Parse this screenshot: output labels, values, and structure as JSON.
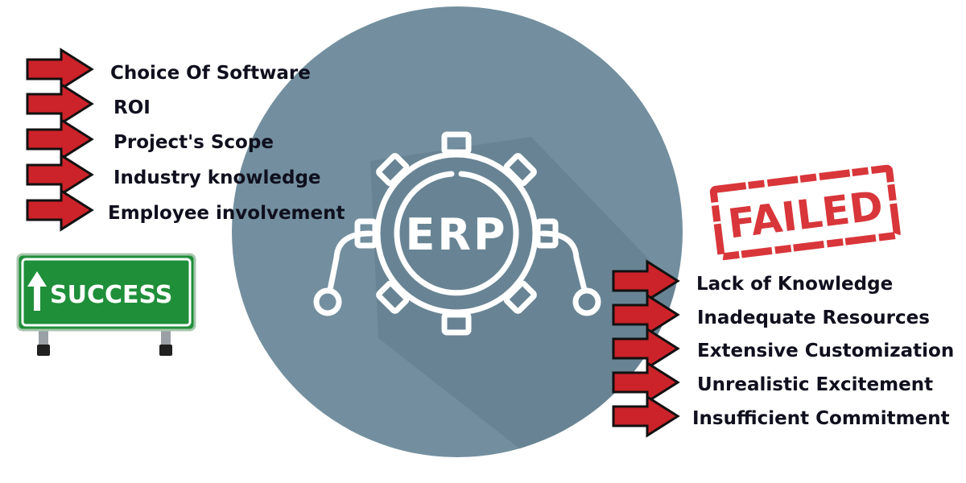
{
  "center": {
    "label": "ERP",
    "circle_color": "#738f9f",
    "icon_color": "#ffffff"
  },
  "success": {
    "sign_text": "SUCCESS",
    "sign_color": "#1f8f3a",
    "items": [
      "Choice Of Software",
      "ROI",
      "Project's Scope",
      "Industry knowledge",
      "Employee involvement"
    ]
  },
  "failure": {
    "stamp_text": "FAILED",
    "stamp_color": "#d8363a",
    "items": [
      "Lack of Knowledge",
      "Inadequate Resources",
      "Extensive Customization",
      "Unrealistic Excitement",
      "Insufficient Commitment"
    ]
  },
  "arrow_color": "#cc2229"
}
